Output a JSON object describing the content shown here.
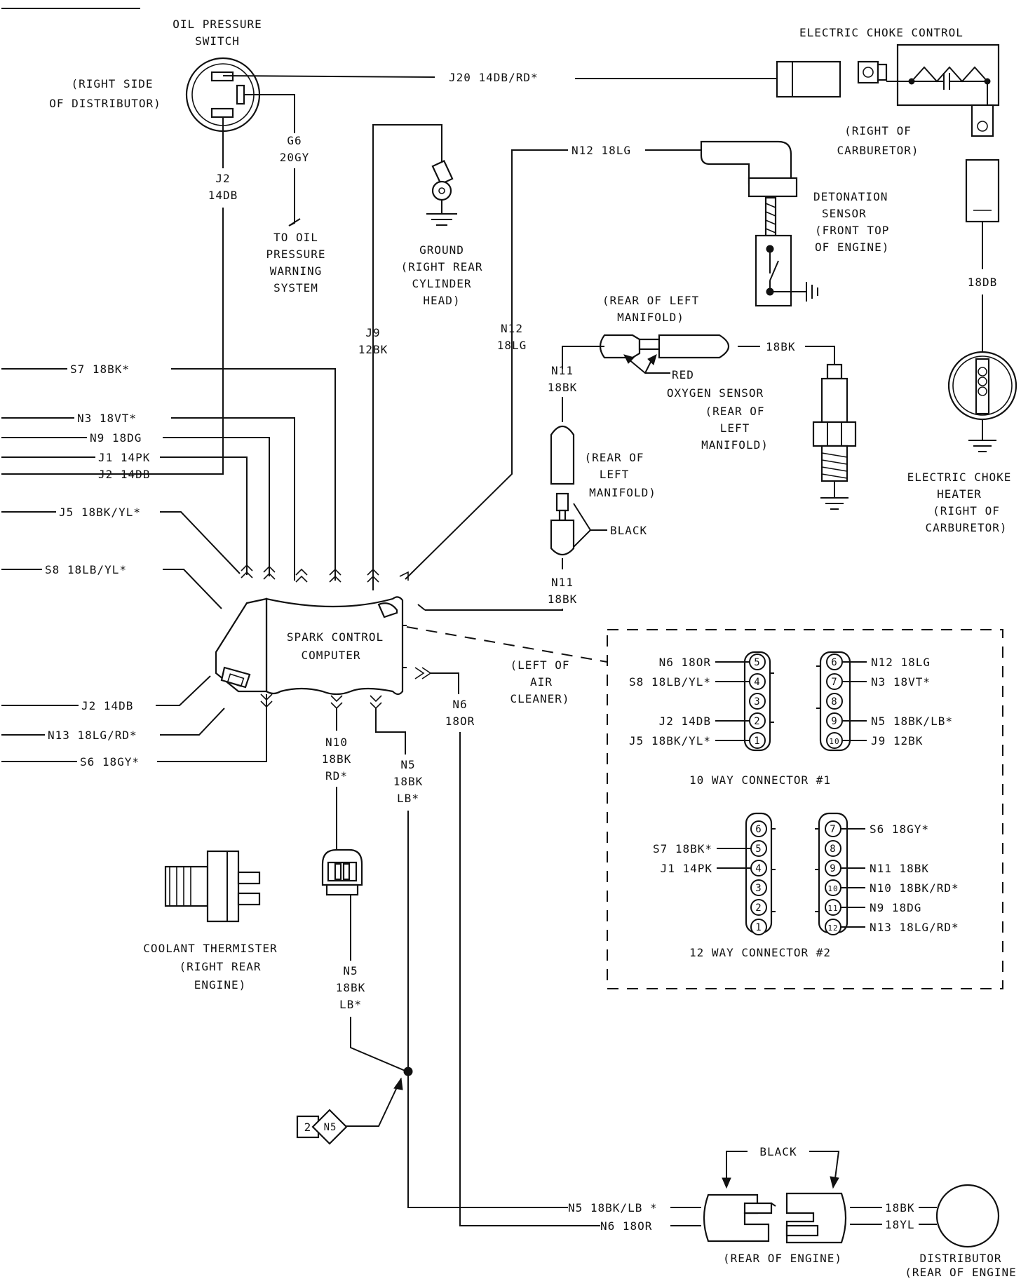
{
  "components": {
    "oil_pressure_switch": {
      "name": "OIL PRESSURE",
      "name2": "SWITCH",
      "loc1": "(RIGHT SIDE",
      "loc2": "OF DISTRIBUTOR)"
    },
    "electric_choke_control": {
      "name": "ELECTRIC CHOKE CONTROL",
      "loc1": "(RIGHT OF",
      "loc2": "CARBURETOR)"
    },
    "detonation_sensor": {
      "name1": "DETONATION",
      "name2": "SENSOR",
      "loc1": "(FRONT TOP",
      "loc2": "OF ENGINE)"
    },
    "ground": {
      "name": "GROUND",
      "loc1": "(RIGHT REAR",
      "loc2": "CYLINDER",
      "loc3": "HEAD)"
    },
    "to_oil_pressure": {
      "l1": "TO OIL",
      "l2": "PRESSURE",
      "l3": "WARNING",
      "l4": "SYSTEM"
    },
    "oxygen_sensor": {
      "name": "OXYGEN SENSOR",
      "loc1": "(REAR OF",
      "loc2": "LEFT",
      "loc3": "MANIFOLD)"
    },
    "rear_left_manifold_top": {
      "l1": "(REAR OF LEFT",
      "l2": "MANIFOLD)"
    },
    "rear_left_manifold_mid": {
      "l1": "(REAR OF",
      "l2": "LEFT",
      "l3": "MANIFOLD)"
    },
    "electric_choke_heater": {
      "l1": "ELECTRIC CHOKE",
      "l2": "HEATER",
      "l3": "(RIGHT OF",
      "l4": "CARBURETOR)"
    },
    "spark_control_computer": {
      "l1": "SPARK CONTROL",
      "l2": "COMPUTER"
    },
    "left_of_air_cleaner": {
      "l1": "(LEFT OF",
      "l2": "AIR",
      "l3": "CLEANER)"
    },
    "coolant_thermister": {
      "l1": "COOLANT THERMISTER",
      "l2": "(RIGHT REAR",
      "l3": "ENGINE)"
    },
    "distributor": {
      "l1": "DISTRIBUTOR",
      "l2": "(REAR OF ENGINE"
    },
    "rear_of_engine": "(REAR OF ENGINE)",
    "color_red": "RED",
    "color_black_mid": "BLACK",
    "color_black_bottom": "BLACK",
    "ref_marker": {
      "num": "2",
      "code": "N5"
    }
  },
  "wires": {
    "j20": "J20 14DB/RD*",
    "g6": {
      "a": "G6",
      "b": "20GY"
    },
    "j2_top": {
      "a": "J2",
      "b": "14DB"
    },
    "n12_top": "N12 18LG",
    "j9": {
      "a": "J9",
      "b": "12BK"
    },
    "n12_mid": {
      "a": "N12",
      "b": "18LG"
    },
    "n11_top": {
      "a": "N11",
      "b": "18BK"
    },
    "n11_bot": {
      "a": "N11",
      "b": "18BK"
    },
    "o2_wire": "18BK",
    "choke_wire": "18DB",
    "s7": "S7 18BK*",
    "n3": "N3 18VT*",
    "n9": "N9 18DG",
    "j1": "J1 14PK",
    "j2_left": "J2 14DB",
    "j5": "J5 18BK/YL*",
    "s8": "S8 18LB/YL*",
    "j2_lower": "J2 14DB",
    "n13": "N13 18LG/RD*",
    "s6": "S6 18GY*",
    "n10": {
      "a": "N10",
      "b": "18BK",
      "c": "RD*"
    },
    "n5_a": {
      "a": "N5",
      "b": "18BK",
      "c": "LB*"
    },
    "n6_a": {
      "a": "N6",
      "b": "18OR"
    },
    "n5_b": {
      "a": "N5",
      "b": "18BK",
      "c": "LB*"
    },
    "n5_bottom": "N5 18BK/LB *",
    "n6_bottom": "N6 18OR",
    "dist_a": "18BK",
    "dist_b": "18YL"
  },
  "connector_1": {
    "title": "10 WAY CONNECTOR #1",
    "left_pins": [
      {
        "pin": "5",
        "label": "N6 18OR"
      },
      {
        "pin": "4",
        "label": "S8 18LB/YL*"
      },
      {
        "pin": "3",
        "label": ""
      },
      {
        "pin": "2",
        "label": "J2 14DB"
      },
      {
        "pin": "1",
        "label": "J5 18BK/YL*"
      }
    ],
    "right_pins": [
      {
        "pin": "6",
        "label": "N12 18LG"
      },
      {
        "pin": "7",
        "label": "N3 18VT*"
      },
      {
        "pin": "8",
        "label": ""
      },
      {
        "pin": "9",
        "label": "N5 18BK/LB*"
      },
      {
        "pin": "10",
        "label": "J9 12BK"
      }
    ]
  },
  "connector_2": {
    "title": "12 WAY CONNECTOR #2",
    "left_pins": [
      {
        "pin": "6",
        "label": ""
      },
      {
        "pin": "5",
        "label": "S7 18BK*"
      },
      {
        "pin": "4",
        "label": "J1 14PK"
      },
      {
        "pin": "3",
        "label": ""
      },
      {
        "pin": "2",
        "label": ""
      },
      {
        "pin": "1",
        "label": ""
      }
    ],
    "right_pins": [
      {
        "pin": "7",
        "label": "S6 18GY*"
      },
      {
        "pin": "8",
        "label": ""
      },
      {
        "pin": "9",
        "label": "N11 18BK"
      },
      {
        "pin": "10",
        "label": "N10 18BK/RD*"
      },
      {
        "pin": "11",
        "label": "N9 18DG"
      },
      {
        "pin": "12",
        "label": "N13 18LG/RD*"
      }
    ]
  }
}
